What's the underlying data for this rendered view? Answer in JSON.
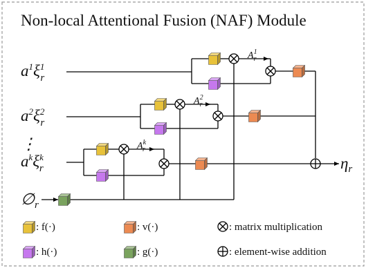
{
  "title": "Non-local Attentional Fusion (NAF) Module",
  "inputs": [
    {
      "coef": "a",
      "coef_sup": "1",
      "var": "ξ",
      "sub": "r",
      "sup": "1"
    },
    {
      "coef": "a",
      "coef_sup": "2",
      "var": "ξ",
      "sub": "r",
      "sup": "2"
    },
    {
      "coef": "a",
      "coef_sup": "k",
      "var": "ξ",
      "sub": "r",
      "sup": "k"
    }
  ],
  "ellipsis": "⋮",
  "shared_input": {
    "symbol": "∅",
    "sub": "r"
  },
  "output": {
    "symbol": "η",
    "sub": "r"
  },
  "attention_maps": [
    {
      "symbol": "A",
      "sub": "r",
      "sup": "1"
    },
    {
      "symbol": "A",
      "sub": "r",
      "sup": "2"
    },
    {
      "symbol": "A",
      "sub": "r",
      "sup": "k"
    }
  ],
  "colors": {
    "f": "#e8c23a",
    "h": "#c678ee",
    "v": "#ec8a52",
    "g": "#7aa35e"
  },
  "legend": [
    {
      "icon": "yellow-cube-icon",
      "text": ": f(·)"
    },
    {
      "icon": "orange-cube-icon",
      "text": ": v(·)"
    },
    {
      "icon": "otimes-icon",
      "text": ": matrix multiplication"
    },
    {
      "icon": "purple-cube-icon",
      "text": ": h(·)"
    },
    {
      "icon": "green-cube-icon",
      "text": ": g(·)"
    },
    {
      "icon": "oplus-icon",
      "text": ": element-wise addition"
    }
  ]
}
